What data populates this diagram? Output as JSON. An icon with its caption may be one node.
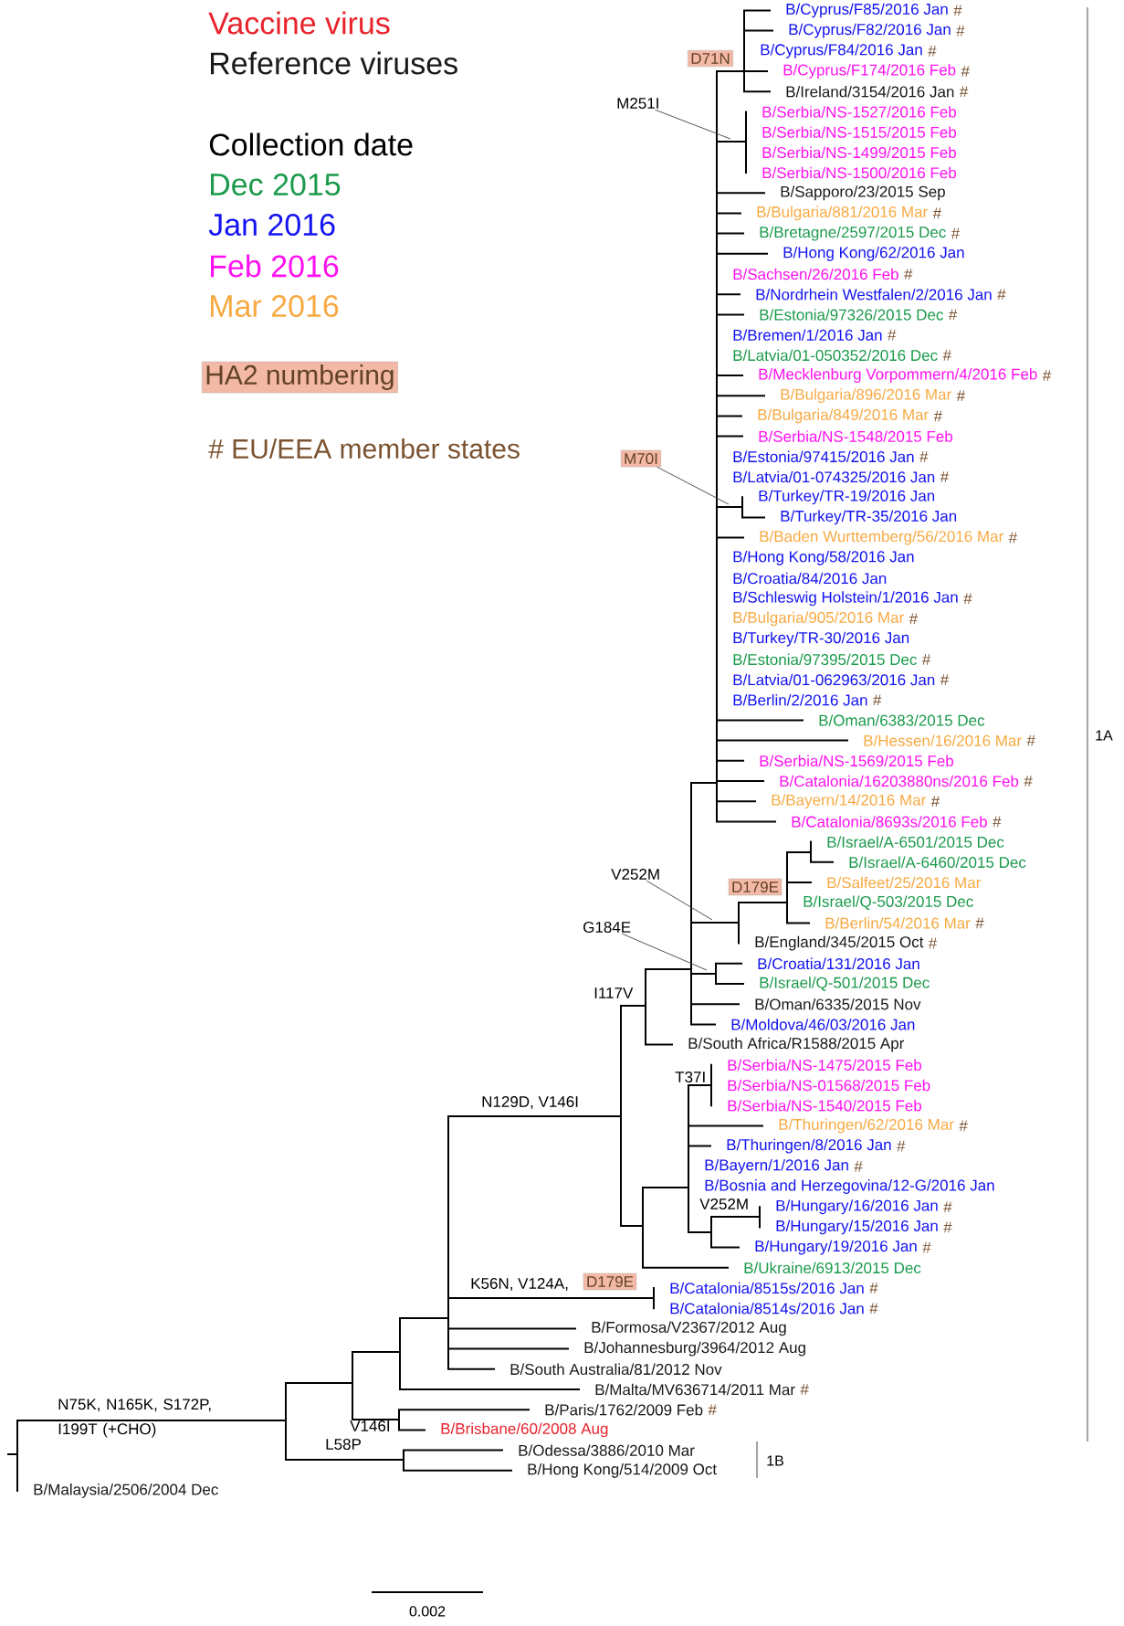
{
  "diagram": {
    "nodes": [
      {
        "text": [
          "HA2 numbering"
        ]
      },
      {
        "text": [
          "D71N"
        ]
      },
      {
        "text": [
          "M251I"
        ]
      },
      {
        "text": [
          "M70I"
        ]
      },
      {
        "text": [
          "V252M"
        ]
      },
      {
        "text": [
          "D179E"
        ]
      },
      {
        "text": [
          "G184E"
        ]
      },
      {
        "text": [
          "D179E"
        ]
      }
    ],
    "edges": [
      {
        "from": 2,
        "to": null,
        "arrow": "none"
      },
      {
        "from": 3,
        "to": null,
        "arrow": "none"
      },
      {
        "from": 4,
        "to": null,
        "arrow": "none"
      },
      {
        "from": 6,
        "to": null,
        "arrow": "none"
      }
    ],
    "labels": [
      "Collection date",
      "# EU/EEA member states",
      "B/Cyprus/F85/2016 Jan",
      "#",
      "B/Cyprus/F82/2016 Jan",
      "#",
      "B/Cyprus/F84/2016 Jan",
      "#",
      "B/Cyprus/F174/2016 Feb",
      "#",
      "B/Ireland/3154/2016 Jan",
      "#",
      "B/Serbia/NS-1527/2016 Feb",
      "B/Serbia/NS-1515/2015 Feb",
      "B/Serbia/NS-1499/2015 Feb",
      "B/Serbia/NS-1500/2016 Feb",
      "B/Sapporo/23/2015 Sep",
      "B/Bulgaria/881/2016 Mar",
      "#",
      "B/Bretagne/2597/2015 Dec",
      "#",
      "B/Hong Kong/62/2016 Jan",
      "B/Sachsen/26/2016 Feb",
      "#",
      "B/Nordrhein Westfalen/2/2016 Jan",
      "#",
      "B/Estonia/97326/2015 Dec",
      "#",
      "B/Bremen/1/2016 Jan",
      "#",
      "B/Latvia/01-050352/2016 Dec",
      "#",
      "B/Mecklenburg Vorpommern/4/2016 Feb",
      "#",
      "B/Bulgaria/896/2016 Mar",
      "#",
      "B/Bulgaria/849/2016 Mar",
      "#",
      "B/Serbia/NS-1548/2015 Feb",
      "B/Estonia/97415/2016 Jan",
      "#",
      "B/Latvia/01-074325/2016 Jan",
      "#",
      "B/Turkey/TR-19/2016 Jan",
      "B/Turkey/TR-35/2016 Jan",
      "B/Baden Wurttemberg/56/2016 Mar",
      "#",
      "B/Hong Kong/58/2016 Jan",
      "B/Croatia/84/2016 Jan",
      "B/Schleswig Holstein/1/2016 Jan",
      "#",
      "B/Bulgaria/905/2016 Mar",
      "#",
      "B/Turkey/TR-30/2016 Jan",
      "B/Estonia/97395/2015 Dec",
      "#",
      "B/Latvia/01-062963/2016 Jan",
      "#",
      "B/Berlin/2/2016 Jan",
      "#",
      "B/Oman/6383/2015 Dec",
      "B/Hessen/16/2016 Mar",
      "#",
      "B/Serbia/NS-1569/2015 Feb",
      "B/Catalonia/16203880ns/2016 Feb",
      "#",
      "B/Bayern/14/2016 Mar",
      "#",
      "B/Catalonia/8693s/2016 Feb",
      "#",
      "B/Israel/A-6501/2015 Dec",
      "B/Israel/A-6460/2015 Dec",
      "B/Salfeet/25/2016 Mar",
      "B/Israel/Q-503/2015 Dec",
      "B/Berlin/54/2016 Mar",
      "#",
      "B/England/345/2015 Oct",
      "#",
      "B/Croatia/131/2016 Jan",
      "B/Israel/Q-501/2015 Dec",
      "B/Oman/6335/2015 Nov",
      "B/Moldova/46/03/2016 Jan",
      "B/South Africa/R1588/2015 Apr",
      "B/Serbia/NS-1475/2015 Feb",
      "B/Serbia/NS-01568/2015 Feb",
      "B/Serbia/NS-1540/2015 Feb",
      "B/Thuringen/62/2016 Mar",
      "#",
      "B/Thuringen/8/2016 Jan",
      "#",
      "B/Bayern/1/2016 Jan",
      "#",
      "B/Bosnia and Herzegovina/12-G/2016 Jan",
      "B/Hungary/16/2016 Jan",
      "#",
      "B/Hungary/15/2016 Jan",
      "#",
      "B/Hungary/19/2016 Jan",
      "#",
      "B/Ukraine/6913/2015 Dec",
      "B/Catalonia/8515s/2016 Jan",
      "#",
      "B/Catalonia/8514s/2016 Jan",
      "#",
      "B/Formosa/V2367/2012 Aug",
      "B/Johannesburg/3964/2012 Aug",
      "B/South Australia/81/2012 Nov",
      "B/Malta/MV636714/2011 Mar",
      "#",
      "B/Paris/1762/2009 Feb",
      "#",
      "B/Brisbane/60/2008 Aug",
      "B/Odessa/3886/2010 Mar",
      "B/Hong Kong/514/2009 Oct",
      "B/Malaysia/2506/2004 Dec",
      "N75K, N165K, S172P, I199T (+CHO)",
      "L58P",
      "V146I",
      "N129D, V146I",
      "I117V",
      "T37I",
      "V252M",
      "K56N, V124A,",
      "1A",
      "1B",
      "0.002"
    ],
    "legend": [
      {
        "text": "Vaccine virus",
        "color": "#e8232b"
      },
      {
        "text": "Reference viruses",
        "color": "#1a1a1a"
      },
      {
        "text": "Dec 2015",
        "color": "#1b9a4b"
      },
      {
        "text": "Jan 2016",
        "color": "#1414f0"
      },
      {
        "text": "Feb 2016",
        "color": "#ff10f0"
      },
      {
        "text": "Mar 2016",
        "color": "#f7a941"
      }
    ]
  }
}
